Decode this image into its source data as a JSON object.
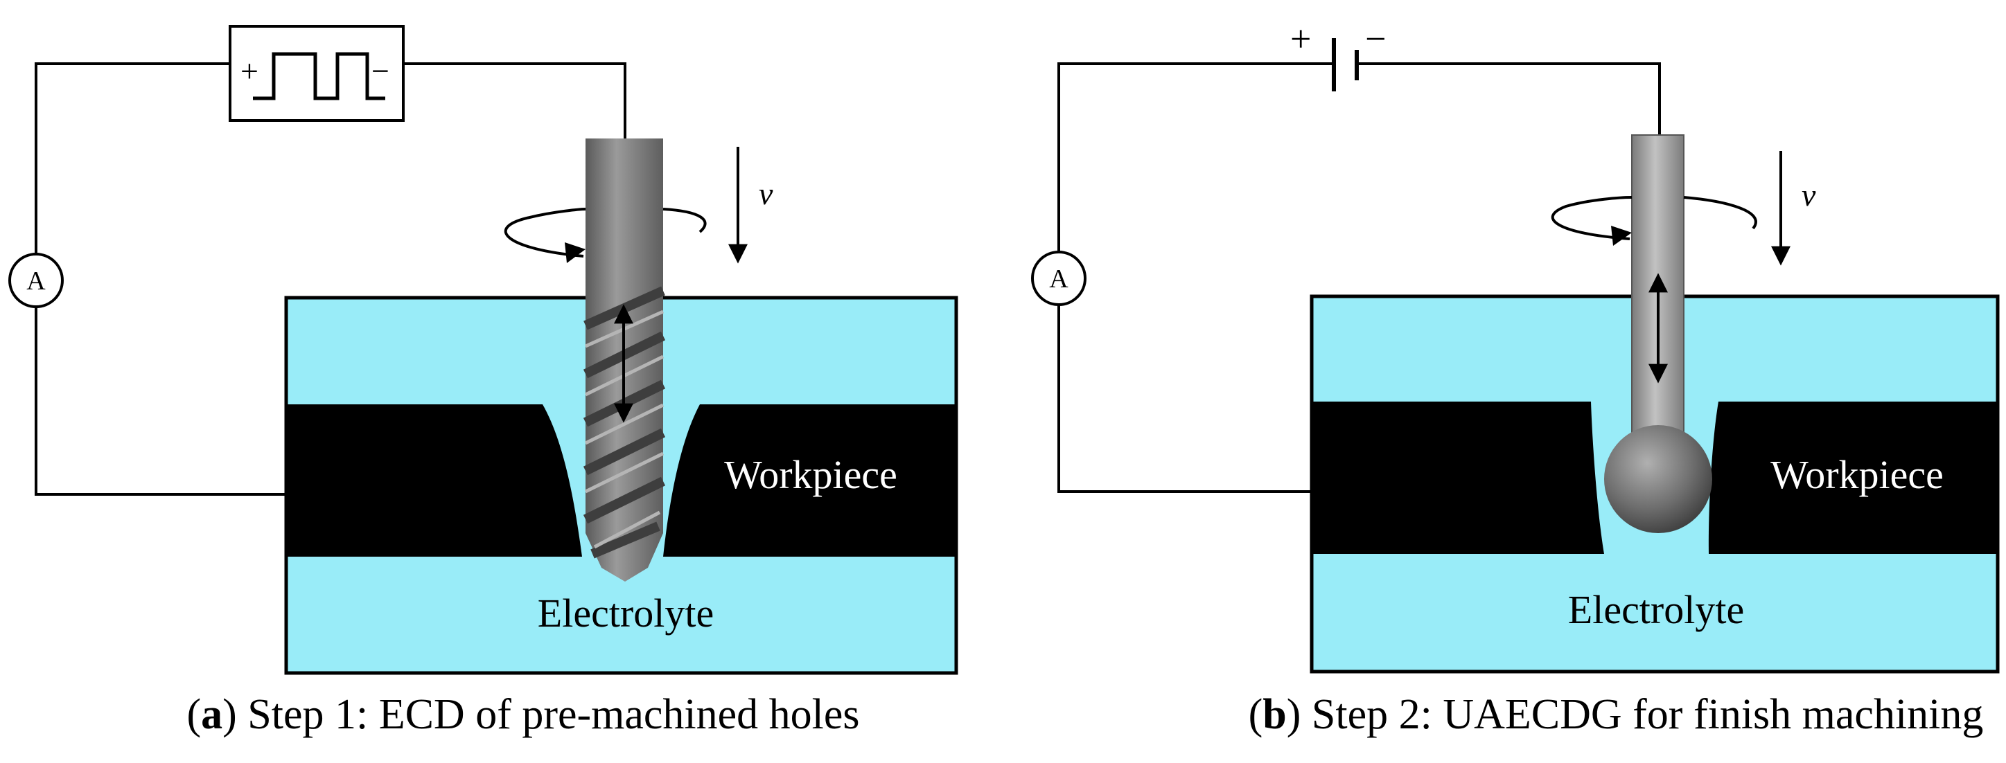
{
  "panels": [
    {
      "id": "a",
      "caption_letter": "a",
      "caption_text": "Step 1: ECD of pre-machined holes",
      "workpiece_label": "Workpiece",
      "electrolyte_label": "Electrolyte",
      "ammeter_label": "A",
      "feed_label": "v",
      "power_source": "pulse-power-supply",
      "power_plus": "+",
      "power_minus": "−",
      "tool": "twist-drill-electrode"
    },
    {
      "id": "b",
      "caption_letter": "b",
      "caption_text": "Step 2: UAECDG for finish machining",
      "workpiece_label": "Workpiece",
      "electrolyte_label": "Electrolyte",
      "ammeter_label": "A",
      "feed_label": "v",
      "power_source": "dc-battery",
      "power_plus": "+",
      "power_minus": "−",
      "tool": "ball-end-grinding-electrode"
    }
  ],
  "colors": {
    "electrolyte": "#99ECF8",
    "workpiece": "#000000",
    "tool_gray": "#8a8a8a",
    "line": "#000000"
  }
}
